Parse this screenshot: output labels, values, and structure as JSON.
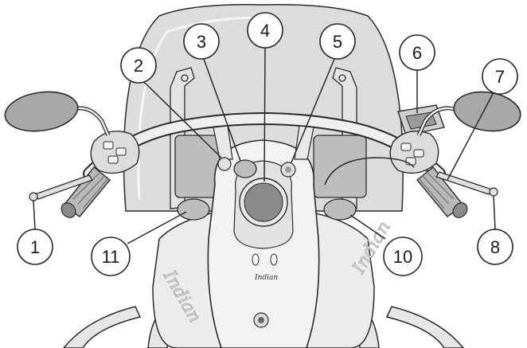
{
  "diagram": {
    "callouts": [
      {
        "id": "1",
        "label": "1"
      },
      {
        "id": "2",
        "label": "2"
      },
      {
        "id": "3",
        "label": "3"
      },
      {
        "id": "4",
        "label": "4"
      },
      {
        "id": "5",
        "label": "5"
      },
      {
        "id": "6",
        "label": "6"
      },
      {
        "id": "7",
        "label": "7"
      },
      {
        "id": "8",
        "label": "8"
      },
      {
        "id": "10",
        "label": "10"
      },
      {
        "id": "11",
        "label": "11"
      }
    ],
    "colors": {
      "background": "#ffffff",
      "line": "#2a2a2a",
      "body_fill": "#ebebeb",
      "body_light": "#f4f4f4",
      "screen_fill": "#d2d2d2",
      "grip_fill": "#b8b8b8",
      "display_fill": "#8a8a8a",
      "mirror_fill": "#a8a8a8"
    }
  }
}
